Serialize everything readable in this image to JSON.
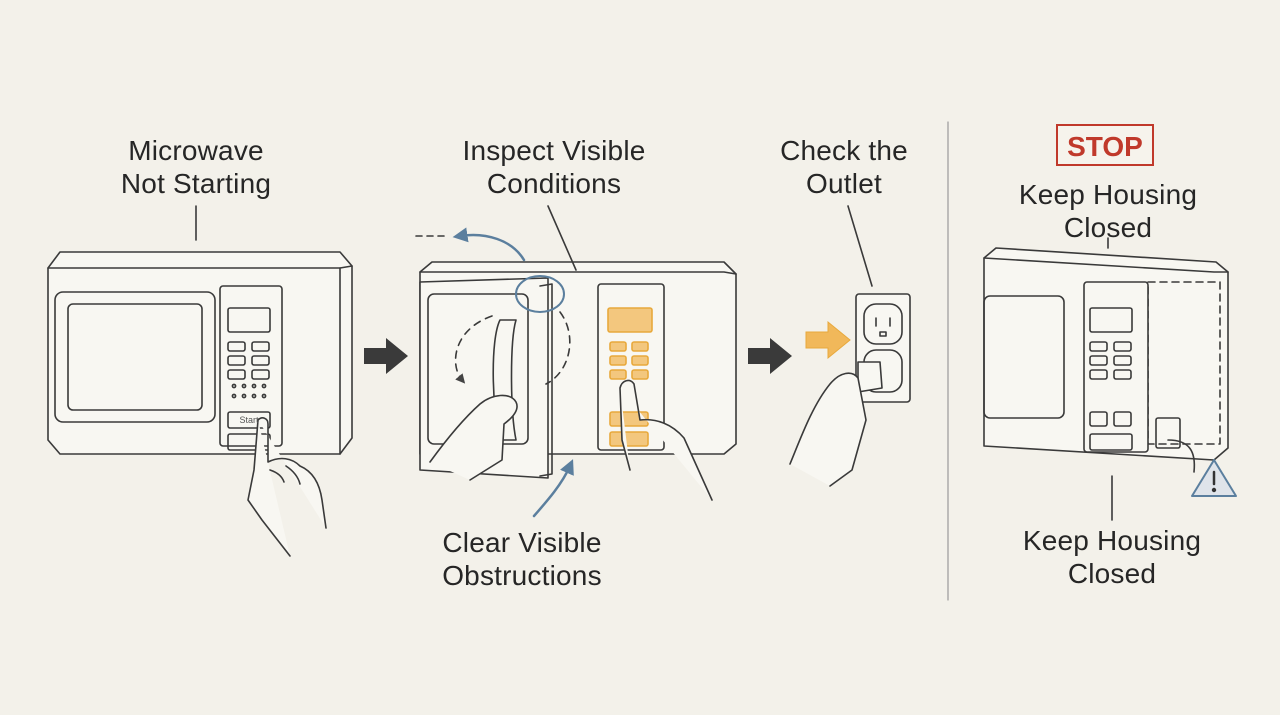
{
  "steps": {
    "microwave": {
      "line1": "Microwave",
      "line2": "Not Starting"
    },
    "inspect": {
      "line1": "Inspect Visible",
      "line2": "Conditions"
    },
    "clear": {
      "line1": "Clear Visible",
      "line2": "Obstructions"
    },
    "outlet": {
      "line1": "Check the",
      "line2": "Outlet"
    }
  },
  "stop_panel": {
    "badge": "STOP",
    "top_line1": "Keep Housing",
    "top_line2": "Closed",
    "bottom_line1": "Keep Housing",
    "bottom_line2": "Closed"
  },
  "button_text": "Start",
  "colors": {
    "line": "#3a3a3a",
    "accent_orange": "#e8a93c",
    "panel_orange": "#f3c77e",
    "arrow_blue": "#5b7f9e",
    "stop_red": "#c0392b",
    "arrow_dark": "#444444"
  },
  "icons": [
    "arrow-right-icon",
    "warning-triangle-icon",
    "outlet-icon",
    "plug-icon",
    "hand-icon"
  ]
}
